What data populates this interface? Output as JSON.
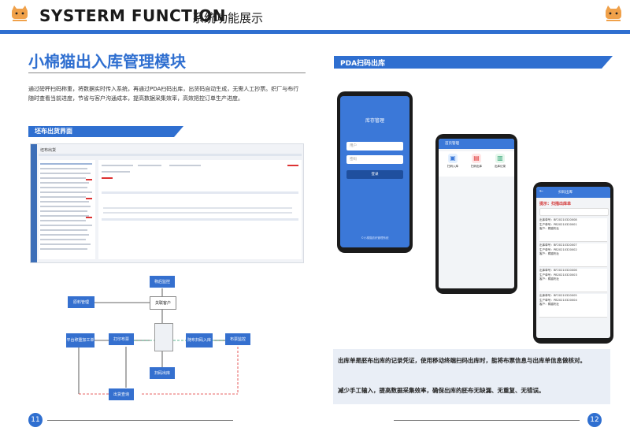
{
  "header": {
    "title": "SYSTERM FUNCTION",
    "subtitle": "系统功能展示"
  },
  "left": {
    "title": "小棉猫出入库管理模块",
    "intro": "通过磅秤扫码称重，将数据实时传入系统，再通过PDA扫码出库，出货码自动生成，无需人工抄票。织厂与布行随时查看当前进度，节省与客户沟通成本，提高数据采集效率，高效把控订单生产进度。",
    "section_label": "坯布出货界面",
    "screenshot_title": "坯布出货",
    "flow": {
      "nodes": {
        "trace": "称后监控",
        "link_customer": "关联客户",
        "material": "原料管理",
        "weigh": "平台称重加工单",
        "print": "打印布票",
        "pda": "随布扫码入库",
        "monitor": "布票监控",
        "scan_out": "扫码出库",
        "stats": "出货查询"
      }
    },
    "page_number": "11"
  },
  "right": {
    "section_label": "PDA扫码出库",
    "phone1": {
      "app_title": "库存管理",
      "user_value": "用户",
      "pass_value": "密码",
      "login": "登录",
      "footer": "©小棉猫纺织管理系统"
    },
    "phone2": {
      "header": "首页管理",
      "apps": [
        "扫码入库",
        "扫码出库",
        "出库记录"
      ]
    },
    "phone3": {
      "header": "扫码出库",
      "prompt": "提示：扫描出库单",
      "orders": [
        {
          "no": "出库单号：BF20210320008",
          "a": "生产单号：PB20210320001",
          "b": "客户：棉猫布业"
        },
        {
          "no": "出库单号：BF20210320007",
          "a": "生产单号：PB20210320002",
          "b": "客户：棉猫布业"
        },
        {
          "no": "出库单号：BF20210320006",
          "a": "生产单号：PB20210320003",
          "b": "客户：棉猫布业"
        },
        {
          "no": "出库单号：BF20210320005",
          "a": "生产单号：PB20210320004",
          "b": "客户：棉猫布业"
        }
      ]
    },
    "desc1": "出库单是胚布出库的记录凭证，使用移动终端扫码出库时，能将布票信息与出库单信息做核对。",
    "desc2": "减少手工输入，提高数据采集效率，确保出库的胚布无缺漏、无重复、无错误。",
    "page_number": "12"
  },
  "colors": {
    "brand_blue": "#2f6fd0",
    "orange_logo": "#f0a14a",
    "alert_red": "#d33333"
  }
}
